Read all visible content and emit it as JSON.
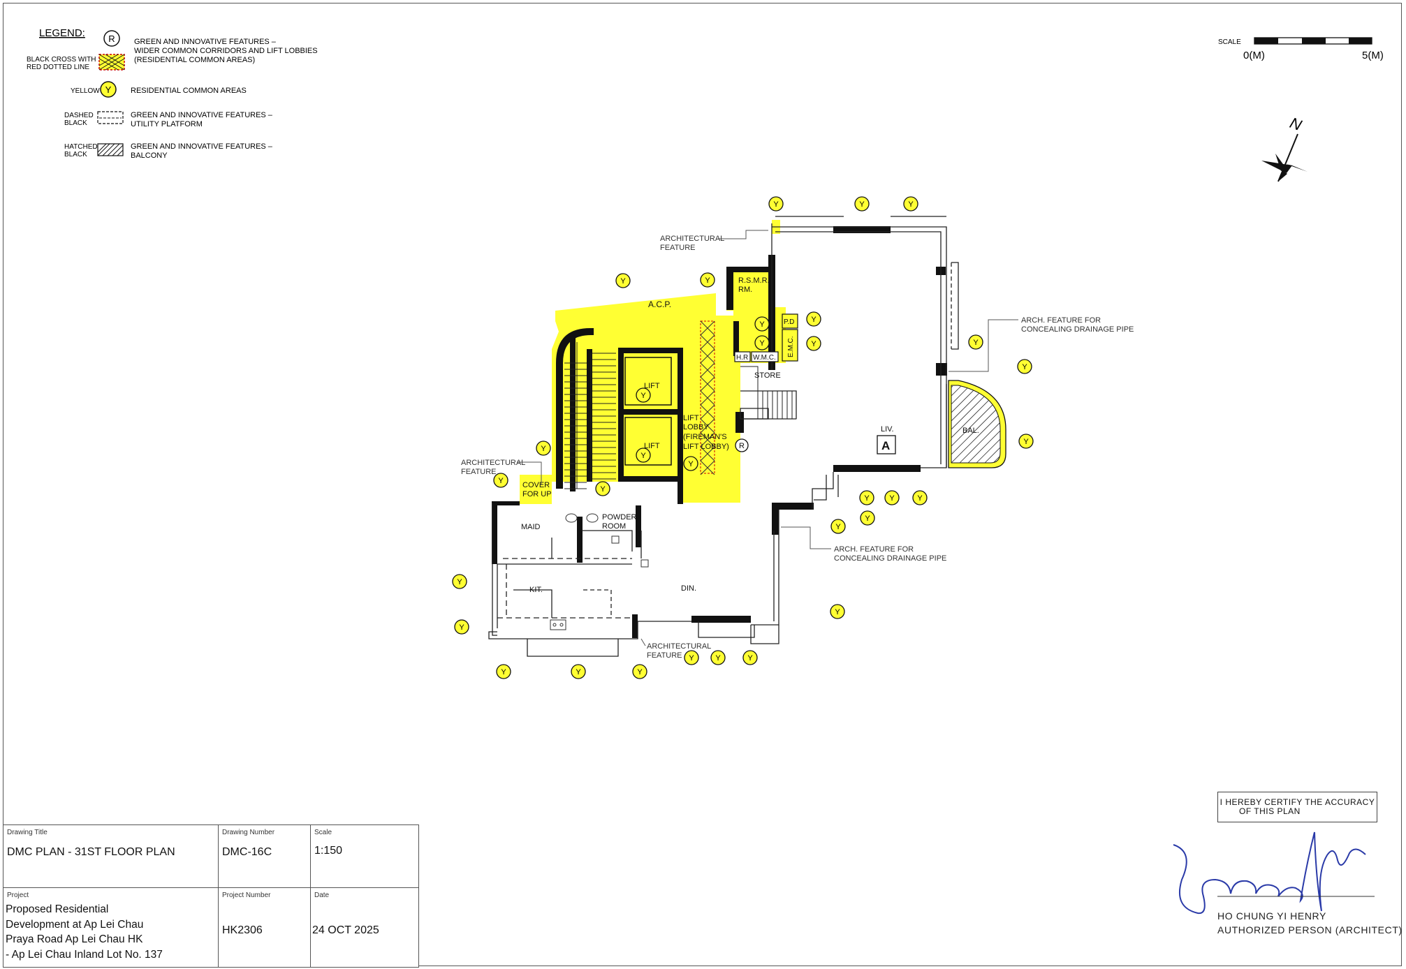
{
  "legend": {
    "title": "LEGEND:",
    "items": [
      {
        "marker": "R",
        "side_label": "BLACK CROSS WITH\nRED DOTTED LINE",
        "text": "GREEN AND INNOVATIVE FEATURES –\nWIDER COMMON CORRIDORS AND LIFT LOBBIES\n(RESIDENTIAL COMMON AREAS)"
      },
      {
        "marker": "Y",
        "side_label": "YELLOW",
        "text": "RESIDENTIAL COMMON AREAS"
      },
      {
        "marker": "",
        "side_label": "DASHED\nBLACK",
        "text": "GREEN AND INNOVATIVE FEATURES –\nUTILITY PLATFORM"
      },
      {
        "marker": "",
        "side_label": "HATCHED\nBLACK",
        "text": "GREEN AND INNOVATIVE FEATURES –\nBALCONY"
      }
    ]
  },
  "scale_bar": {
    "label": "SCALE",
    "start": "0(M)",
    "end": "5(M)"
  },
  "north": {
    "label": "N"
  },
  "plan": {
    "marker_text": "Y",
    "rooms": {
      "acp": "A.C.P.",
      "rsmr": "R.S.M.R.\nRM.",
      "pd": "P.D",
      "emc": "E.M.C.",
      "hr": "H.R",
      "wmc": "W.M.C.",
      "store": "STORE",
      "lift1": "LIFT",
      "lift2": "LIFT",
      "lift_lobby": "LIFT\nLOBBY\n(FIREMAN'S\nLIFT LOBBY)",
      "cover": "COVER\nFOR UP",
      "maid": "MAID",
      "powder": "POWDER\nROOM",
      "kit": "KIT.",
      "din": "DIN.",
      "liv": "LIV.",
      "unit": "A",
      "bal": "BAL.",
      "r_marker": "R"
    },
    "annotations": {
      "arch_top": "ARCHITECTURAL\nFEATURE",
      "arch_left": "ARCHITECTURAL\nFEATURE",
      "arch_bottom": "ARCHITECTURAL\nFEATURE",
      "drain_right": "ARCH. FEATURE FOR\nCONCEALING DRAINAGE PIPE",
      "drain_mid": "ARCH. FEATURE FOR\nCONCEALING DRAINAGE PIPE"
    }
  },
  "title_block": {
    "drawing_title_label": "Drawing Title",
    "drawing_title": "DMC PLAN - 31ST FLOOR PLAN",
    "drawing_number_label": "Drawing Number",
    "drawing_number": "DMC-16C",
    "scale_label": "Scale",
    "scale": "1:150",
    "project_label": "Project",
    "project": "Proposed Residential\nDevelopment at Ap Lei Chau\nPraya Road Ap Lei Chau HK\n- Ap Lei Chau Inland Lot No. 137",
    "project_number_label": "Project Number",
    "project_number": "HK2306",
    "date_label": "Date",
    "date": "24 OCT 2025"
  },
  "certification": {
    "statement": "I HEREBY CERTIFY THE ACCURACY\nOF THIS PLAN",
    "name": "HO CHUNG YI HENRY",
    "role": "AUTHORIZED PERSON (ARCHITECT)"
  }
}
